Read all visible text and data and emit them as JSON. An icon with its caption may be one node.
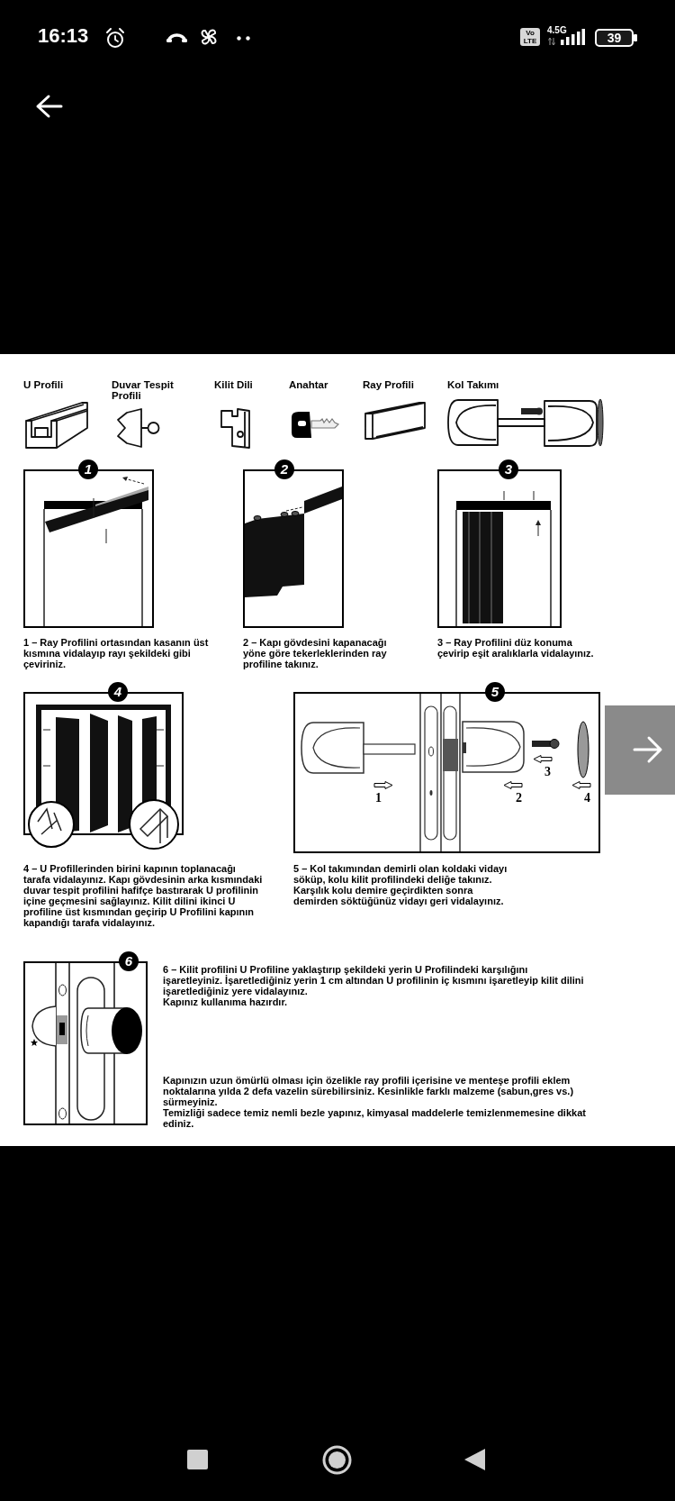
{
  "diagram": {
    "nodes": [
      {
        "text": [
          "1"
        ],
        "beside": [
          "1 – Ray Profilini ortasından kasanın üst kısmına vidalayıp rayı şekildeki gibi çeviriniz."
        ]
      },
      {
        "text": [
          "2"
        ],
        "beside": [
          "2 – Kapı gövdesini kapanacağı yöne göre tekerleklerinden ray profiline takınız."
        ]
      },
      {
        "text": [
          "3"
        ],
        "beside": [
          "3 – Ray Profilini düz konuma çevirip eşit aralıklarla vidalayınız."
        ]
      },
      {
        "text": [
          "4"
        ],
        "beside": [
          "4 – U Profillerinden birini kapının toplanacağı tarafa vidalayınız. Kapı gövdesinin arka kısmındaki duvar tespit profilini hafifçe bastırarak U profilinin içine geçmesini sağlayınız. Kilit dilini ikinci U profiline üst kısmından geçirip U Profilini kapının kapandığı tarafa vidalayınız."
        ]
      },
      {
        "text": [
          "5"
        ],
        "beside": [
          "5 – Kol takımından demirli olan koldaki vidayı söküp, kolu kilit profilindeki deliğe takınız. Karşılık kolu demire geçirdikten sonra demirden söktüğünüz vidayı geri vidalayınız."
        ]
      },
      {
        "text": [
          "6"
        ],
        "beside": [
          "6 – Kilit profilini U Profiline yaklaştırıp şekildeki yerin U Profilindeki karşılığını işaretleyiniz. İşaretlediğiniz yerin 1 cm altından U profilinin iç kısmını işaretleyip kilit dilini işaretlediğiniz yere vidalayınız.",
          "Kapınız kullanıma hazırdır."
        ]
      }
    ],
    "labels": [
      "16:13",
      "Vo LTE",
      "4.5G",
      "39",
      "U Profili",
      "Duvar Tespit Profili",
      "Kilit Dili",
      "Anahtar",
      "Ray Profili",
      "Kol Takımı",
      "3",
      "1",
      "2",
      "4",
      "Kapınızın uzun ömürlü olması için özelikle ray profili içerisine ve menteşe profili eklem noktalarına yılda 2 defa vazelin sürebilirsiniz. Kesinlikle farklı malzeme (sabun,gres vs.) sürmeyiniz.",
      "Temizliği sadece temiz nemli bezle yapınız, kimyasal maddelerle temizlenmemesine dikkat ediniz."
    ]
  }
}
